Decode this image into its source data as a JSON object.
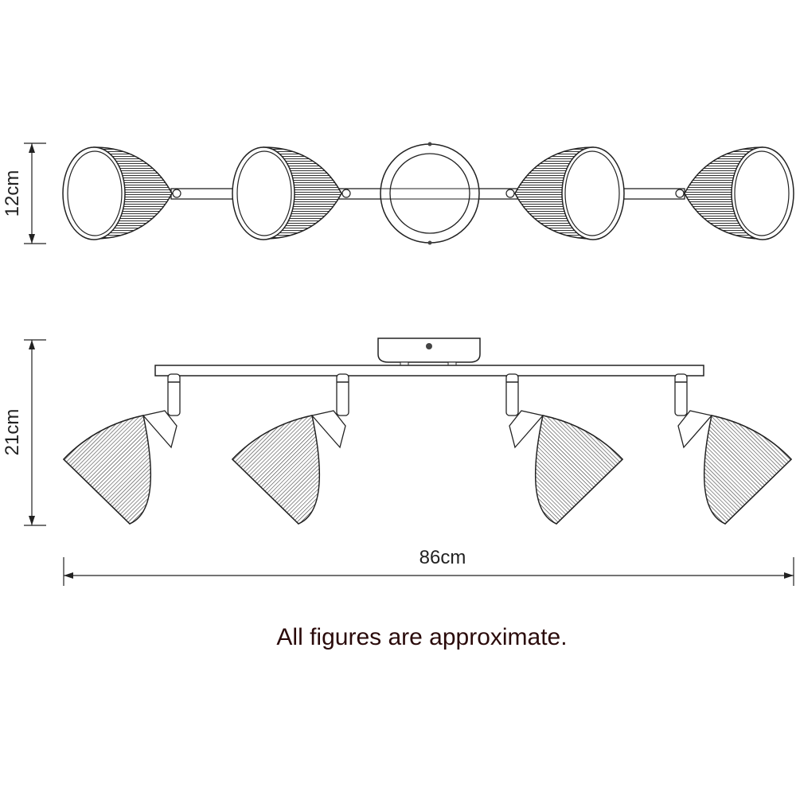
{
  "dimensions": {
    "depth_label": "12cm",
    "height_label": "21cm",
    "width_label": "86cm"
  },
  "caption": "All figures are approximate.",
  "colors": {
    "line": "#222222",
    "caption": "#2a0a0a"
  }
}
